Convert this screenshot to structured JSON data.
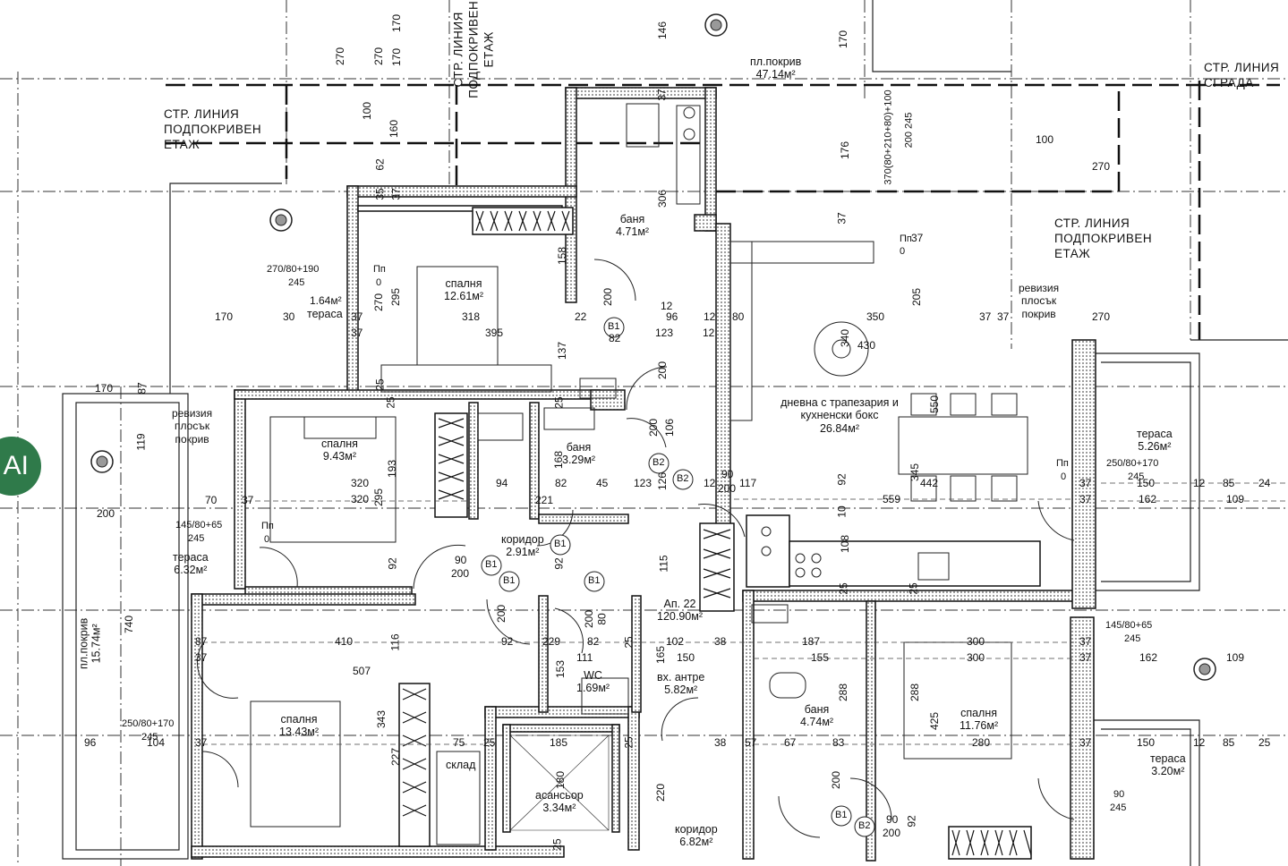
{
  "rooms": {
    "bath_top": {
      "name": "баня",
      "area": "4.71м²"
    },
    "bedroom_top": {
      "name": "спалня",
      "area": "12.61м²"
    },
    "terrace_small": {
      "name": "тераса",
      "area": "1.64м²"
    },
    "bedroom_mid": {
      "name": "спалня",
      "area": "9.43м²"
    },
    "bath_mid": {
      "name": "баня",
      "area": "3.29м²"
    },
    "living": {
      "name": "дневна с трапезария и кухненски бокс",
      "area": "26.84м²"
    },
    "terrace_right": {
      "name": "тераса",
      "area": "5.26м²"
    },
    "terrace_left": {
      "name": "тераса",
      "area": "6.32м²"
    },
    "corridor_mid": {
      "name": "коридор",
      "area": "2.91м²"
    },
    "apartment": {
      "name": "Ап. 22",
      "area": "120.90м²"
    },
    "wc": {
      "name": "WC",
      "area": "1.69м²"
    },
    "entry": {
      "name": "вх. антре",
      "area": "5.82м²"
    },
    "bedroom_bottom": {
      "name": "спалня",
      "area": "13.43м²"
    },
    "storage": {
      "name": "склад"
    },
    "elevator": {
      "name": "асансьор",
      "area": "3.34м²"
    },
    "corridor_bottom": {
      "name": "коридор",
      "area": "6.82м²"
    },
    "bath_bottom": {
      "name": "баня",
      "area": "4.74м²"
    },
    "bedroom_right": {
      "name": "спалня",
      "area": "11.76м²"
    },
    "terrace_br": {
      "name": "тераса",
      "area": "3.20м²"
    },
    "roof_top": {
      "name": "пл.покрив",
      "area": "47.14м²"
    },
    "roof_left": {
      "name": "пл.покрив",
      "area": "15.74м²"
    }
  },
  "notes": {
    "line_top_left": [
      "СТР. ЛИНИЯ",
      "ПОДПОКРИВЕН",
      "ЕТАЖ"
    ],
    "line_top_mid": [
      "СТР. ЛИНИЯ",
      "ПОДПОКРИВЕН",
      "ЕТАЖ"
    ],
    "line_right": [
      "СТР. ЛИНИЯ",
      "ПОДПОКРИВЕН",
      "ЕТАЖ"
    ],
    "line_building": [
      "СТР. ЛИНИЯ",
      "СГРАДА"
    ]
  },
  "revisions": {
    "left": [
      "ревизия",
      "плосък",
      "покрив"
    ],
    "right": [
      "ревизия",
      "плосък",
      "покрив"
    ]
  },
  "door_tags": [
    "B1",
    "B1",
    "B1",
    "B1",
    "B1",
    "B2",
    "B2",
    "B2",
    "B1"
  ],
  "dims": {
    "d1": "270",
    "d2": "170",
    "d3": "270",
    "d4": "170",
    "d5": "146",
    "d6": "170",
    "d7": "100",
    "d8": "160",
    "d9": "62",
    "d10": "35",
    "d11": "37",
    "d12": "37",
    "d13": "306",
    "d14": "176",
    "d15": "100",
    "d16": "270",
    "d17": "37",
    "d18": "270/80+190",
    "d19": "245",
    "d20": "Пп",
    "d21": "0",
    "d22": "270",
    "d23": "295",
    "d24": "158",
    "d25": "318",
    "d26": "395",
    "d27": "170",
    "d28": "30",
    "d29": "37",
    "d30": "37",
    "d31": "22",
    "d32": "96",
    "d33": "12",
    "d34": "80",
    "d35": "350",
    "d36": "205",
    "d37": "430",
    "d38": "340",
    "d39": "123",
    "d40": "82",
    "d41": "200",
    "d42": "137",
    "d43": "200",
    "d44": "12",
    "d45": "270",
    "d46": "37",
    "d47": "170",
    "d48": "87",
    "d49": "119",
    "d50": "25",
    "d51": "25",
    "d52": "25",
    "d53": "200",
    "d54": "106",
    "d55": "550",
    "d56": "320",
    "d57": "320",
    "d58": "193",
    "d59": "295",
    "d60": "94",
    "d61": "168",
    "d62": "82",
    "d63": "45",
    "d64": "123",
    "d65": "126",
    "d66": "12",
    "d67": "90",
    "d68": "200",
    "d69": "117",
    "d70": "92",
    "d71": "345",
    "d72": "442",
    "d73": "559",
    "d74": "70",
    "d75": "37",
    "d76": "200",
    "d77": "145/80+65",
    "d78": "245",
    "d79": "Пп",
    "d80": "0",
    "d81": "221",
    "d82": "92",
    "d83": "90",
    "d84": "200",
    "d85": "92",
    "d86": "115",
    "d87": "10",
    "d88": "108",
    "d89": "25",
    "d90": "25",
    "d91": "250/80+170",
    "d92": "245",
    "d93": "Пп",
    "d94": "0",
    "d95": "37",
    "d96": "37",
    "d97": "150",
    "d98": "162",
    "d99": "12",
    "d100": "85",
    "d101": "109",
    "d102": "24",
    "d103": "410",
    "d104": "116",
    "d105": "507",
    "d106": "87",
    "d107": "37",
    "d108": "740",
    "d109": "343",
    "d110": "227",
    "d111": "200",
    "d112": "200",
    "d113": "80",
    "d114": "92",
    "d115": "82",
    "d116": "229",
    "d117": "111",
    "d118": "153",
    "d119": "25",
    "d120": "102",
    "d121": "150",
    "d122": "38",
    "d123": "165",
    "d124": "187",
    "d125": "155",
    "d126": "300",
    "d127": "300",
    "d128": "288",
    "d129": "288",
    "d130": "425",
    "d131": "280",
    "d132": "145/80+65",
    "d133": "245",
    "d134": "37",
    "d135": "37",
    "d136": "162",
    "d137": "109",
    "d138": "250/80+170",
    "d139": "245",
    "d140": "96",
    "d141": "104",
    "d142": "37",
    "d143": "75",
    "d144": "185",
    "d145": "180",
    "d146": "25",
    "d147": "38",
    "d148": "57",
    "d149": "67",
    "d150": "83",
    "d151": "220",
    "d152": "200",
    "d153": "90",
    "d154": "200",
    "d155": "92",
    "d156": "150",
    "d157": "85",
    "d158": "25",
    "d159": "90",
    "d160": "245",
    "d161": "12",
    "d162": "25",
    "d163": "37",
    "d164": "25",
    "d165": "37",
    "d166": "370(80+210+80)+100",
    "d167": "200 245",
    "d168": "Пп",
    "d169": "0",
    "d170": "37",
    "d171": "12",
    "d172": "1.64м²"
  },
  "badge": {
    "text": "AI"
  },
  "colors": {
    "wall": "#1a1a1a",
    "wall_fill": "#8a8a8a",
    "line": "#222222",
    "badge": "#2f7a4a"
  }
}
